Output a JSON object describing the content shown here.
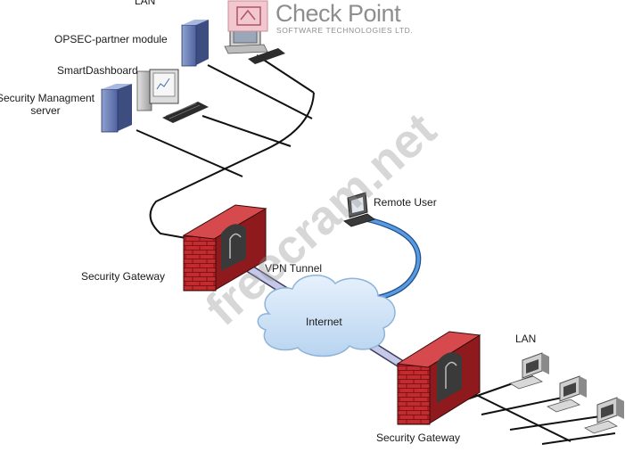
{
  "brand": {
    "name": "Check Point",
    "tagline": "SOFTWARE TECHNOLOGIES LTD."
  },
  "labels": {
    "lan_top": "LAN",
    "opsec": "OPSEC-partner module",
    "smartdashboard": "SmartDashboard",
    "sms_line1": "Security Managment",
    "sms_line2": "server",
    "remote_user": "Remote User",
    "vpn_tunnel": "VPN Tunnel",
    "internet": "Internet",
    "gateway_left": "Security Gateway",
    "gateway_right": "Security Gateway",
    "lan_bottom": "LAN"
  },
  "watermark": "freecram.net",
  "colors": {
    "firewall_brick": "#c42a2e",
    "cloud": "#cfe3f7",
    "remote_link": "#3a7cc4",
    "tunnel": "#c5c8e8",
    "server": "#6f84b8"
  }
}
